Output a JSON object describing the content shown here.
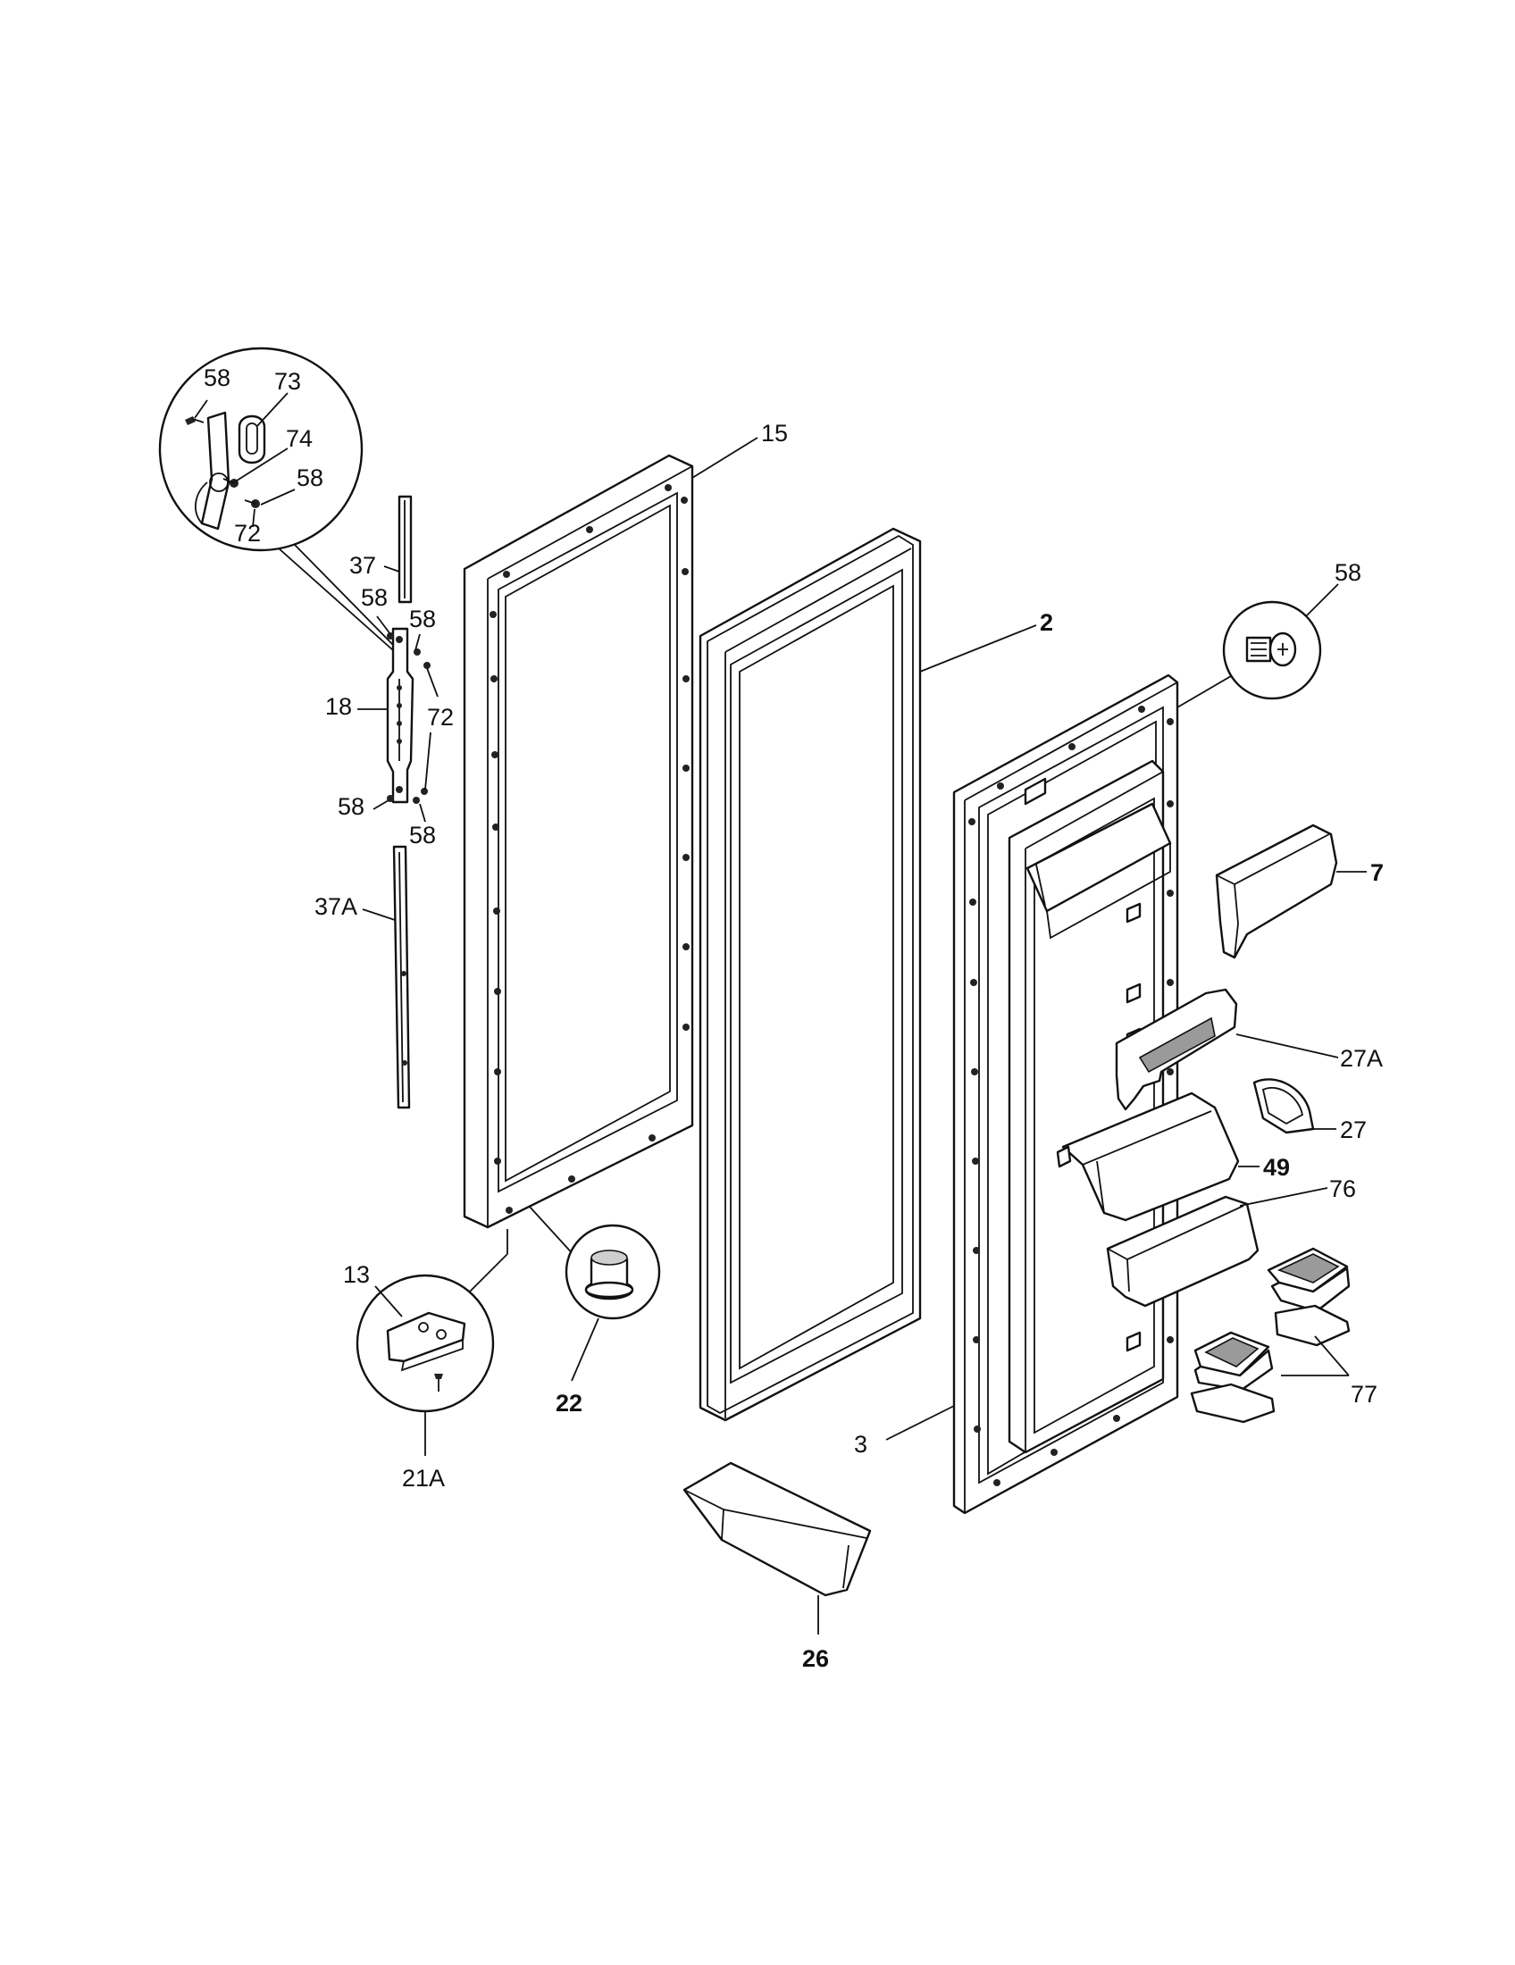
{
  "diagram": {
    "labels": {
      "l58_detail_a": "58",
      "l73": "73",
      "l74": "74",
      "l58_detail_b": "58",
      "l72_detail": "72",
      "l15": "15",
      "l37": "37",
      "l58_a": "58",
      "l58_b": "58",
      "l18": "18",
      "l72": "72",
      "l58_c": "58",
      "l58_d": "58",
      "l37A": "37A",
      "l2": "2",
      "l58_screw": "58",
      "l7": "7",
      "l27A": "27A",
      "l27": "27",
      "l49": "49",
      "l76": "76",
      "l77": "77",
      "l13": "13",
      "l21A": "21A",
      "l22": "22",
      "l3": "3",
      "l26": "26"
    }
  }
}
